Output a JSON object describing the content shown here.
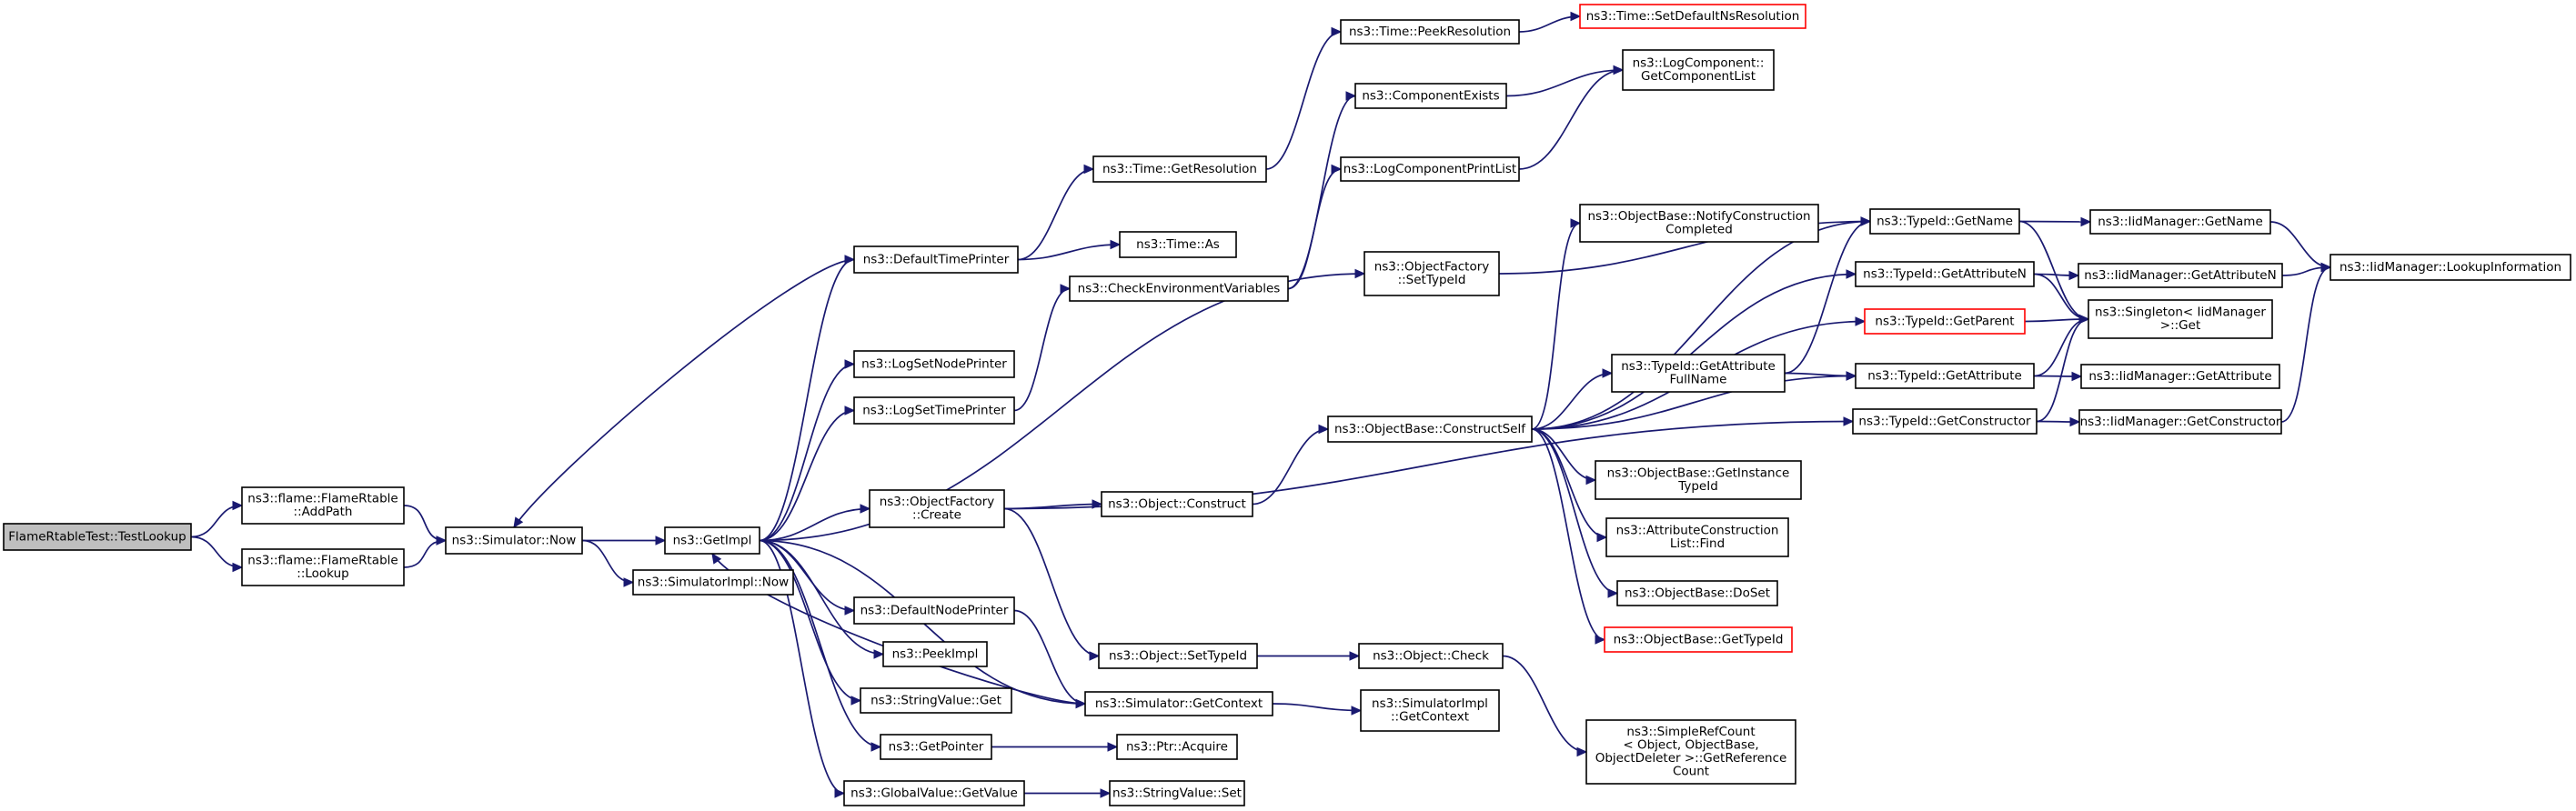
{
  "diagram": {
    "nodes": [
      {
        "id": "root",
        "lines": [
          "FlameRtableTest::TestLookup"
        ],
        "root": true
      },
      {
        "id": "addpath",
        "lines": [
          "ns3::flame::FlameRtable",
          "::AddPath"
        ]
      },
      {
        "id": "lookup",
        "lines": [
          "ns3::flame::FlameRtable",
          "::Lookup"
        ]
      },
      {
        "id": "simnow",
        "lines": [
          "ns3::Simulator::Now"
        ]
      },
      {
        "id": "getimpl",
        "lines": [
          "ns3::GetImpl"
        ]
      },
      {
        "id": "simimplnow",
        "lines": [
          "ns3::SimulatorImpl::Now"
        ]
      },
      {
        "id": "deftimeprinter",
        "lines": [
          "ns3::DefaultTimePrinter"
        ]
      },
      {
        "id": "logsetnode",
        "lines": [
          "ns3::LogSetNodePrinter"
        ]
      },
      {
        "id": "logsettime",
        "lines": [
          "ns3::LogSetTimePrinter"
        ]
      },
      {
        "id": "ofcreate",
        "lines": [
          "ns3::ObjectFactory",
          "::Create"
        ]
      },
      {
        "id": "defnodeprinter",
        "lines": [
          "ns3::DefaultNodePrinter"
        ]
      },
      {
        "id": "peekimpl",
        "lines": [
          "ns3::PeekImpl"
        ]
      },
      {
        "id": "strvalget",
        "lines": [
          "ns3::StringValue::Get"
        ]
      },
      {
        "id": "getpointer",
        "lines": [
          "ns3::GetPointer"
        ]
      },
      {
        "id": "gvgetvalue",
        "lines": [
          "ns3::GlobalValue::GetValue"
        ]
      },
      {
        "id": "getres",
        "lines": [
          "ns3::Time::GetResolution"
        ]
      },
      {
        "id": "timeas",
        "lines": [
          "ns3::Time::As"
        ]
      },
      {
        "id": "checkenv",
        "lines": [
          "ns3::CheckEnvironmentVariables"
        ]
      },
      {
        "id": "peekres",
        "lines": [
          "ns3::Time::PeekResolution"
        ]
      },
      {
        "id": "setdefres",
        "lines": [
          "ns3::Time::SetDefaultNsResolution"
        ],
        "truncated": true
      },
      {
        "id": "compexists",
        "lines": [
          "ns3::ComponentExists"
        ]
      },
      {
        "id": "logcomplist",
        "lines": [
          "ns3::LogComponent::",
          "GetComponentList"
        ]
      },
      {
        "id": "logcompprint",
        "lines": [
          "ns3::LogComponentPrintList"
        ]
      },
      {
        "id": "ofsettypeid",
        "lines": [
          "ns3::ObjectFactory",
          "::SetTypeId"
        ]
      },
      {
        "id": "objconstruct",
        "lines": [
          "ns3::Object::Construct"
        ]
      },
      {
        "id": "objsettypeid",
        "lines": [
          "ns3::Object::SetTypeId"
        ]
      },
      {
        "id": "simgetctx",
        "lines": [
          "ns3::Simulator::GetContext"
        ]
      },
      {
        "id": "ptracquire",
        "lines": [
          "ns3::Ptr::Acquire"
        ]
      },
      {
        "id": "strvalset",
        "lines": [
          "ns3::StringValue::Set"
        ]
      },
      {
        "id": "obconstructself",
        "lines": [
          "ns3::ObjectBase::ConstructSelf"
        ]
      },
      {
        "id": "objcheck",
        "lines": [
          "ns3::Object::Check"
        ]
      },
      {
        "id": "simimplgetctx",
        "lines": [
          "ns3::SimulatorImpl",
          "::GetContext"
        ]
      },
      {
        "id": "obnotify",
        "lines": [
          "ns3::ObjectBase::NotifyConstruction",
          "Completed"
        ]
      },
      {
        "id": "attrfullname",
        "lines": [
          "ns3::TypeId::GetAttribute",
          "FullName"
        ]
      },
      {
        "id": "obgetinstance",
        "lines": [
          "ns3::ObjectBase::GetInstance",
          "TypeId"
        ]
      },
      {
        "id": "attrconstrfind",
        "lines": [
          "ns3::AttributeConstruction",
          "List::Find"
        ]
      },
      {
        "id": "obdoset",
        "lines": [
          "ns3::ObjectBase::DoSet"
        ]
      },
      {
        "id": "obgettypeid",
        "lines": [
          "ns3::ObjectBase::GetTypeId"
        ],
        "truncated": true
      },
      {
        "id": "simplerefcount",
        "lines": [
          "ns3::SimpleRefCount",
          "< Object, ObjectBase,",
          "ObjectDeleter >::GetReference",
          "Count"
        ]
      },
      {
        "id": "tidgetname",
        "lines": [
          "ns3::TypeId::GetName"
        ]
      },
      {
        "id": "tidgetattrn",
        "lines": [
          "ns3::TypeId::GetAttributeN"
        ]
      },
      {
        "id": "tidgetparent",
        "lines": [
          "ns3::TypeId::GetParent"
        ],
        "truncated": true
      },
      {
        "id": "tidgetattr",
        "lines": [
          "ns3::TypeId::GetAttribute"
        ]
      },
      {
        "id": "tidgetctor",
        "lines": [
          "ns3::TypeId::GetConstructor"
        ]
      },
      {
        "id": "iidgetname",
        "lines": [
          "ns3::IidManager::GetName"
        ]
      },
      {
        "id": "iidgetattrn",
        "lines": [
          "ns3::IidManager::GetAttributeN"
        ]
      },
      {
        "id": "singletonget",
        "lines": [
          "ns3::Singleton< IidManager",
          " >::Get"
        ]
      },
      {
        "id": "iidgetattr",
        "lines": [
          "ns3::IidManager::GetAttribute"
        ]
      },
      {
        "id": "iidgetctor",
        "lines": [
          "ns3::IidManager::GetConstructor"
        ]
      },
      {
        "id": "iidlookup",
        "lines": [
          "ns3::IidManager::LookupInformation"
        ]
      }
    ],
    "edges": [
      [
        "root",
        "addpath"
      ],
      [
        "root",
        "lookup"
      ],
      [
        "addpath",
        "simnow"
      ],
      [
        "lookup",
        "simnow"
      ],
      [
        "simnow",
        "getimpl"
      ],
      [
        "simnow",
        "simimplnow"
      ],
      [
        "getimpl",
        "deftimeprinter"
      ],
      [
        "getimpl",
        "logsetnode"
      ],
      [
        "getimpl",
        "logsettime"
      ],
      [
        "getimpl",
        "ofcreate"
      ],
      [
        "getimpl",
        "defnodeprinter"
      ],
      [
        "getimpl",
        "peekimpl"
      ],
      [
        "getimpl",
        "strvalget"
      ],
      [
        "getimpl",
        "getpointer"
      ],
      [
        "getimpl",
        "gvgetvalue"
      ],
      [
        "getimpl",
        "simgetctx"
      ],
      [
        "getimpl",
        "ofsettypeid"
      ],
      [
        "deftimeprinter",
        "simnow"
      ],
      [
        "deftimeprinter",
        "getres"
      ],
      [
        "deftimeprinter",
        "timeas"
      ],
      [
        "getres",
        "peekres"
      ],
      [
        "peekres",
        "setdefres"
      ],
      [
        "logsettime",
        "checkenv"
      ],
      [
        "checkenv",
        "compexists"
      ],
      [
        "checkenv",
        "logcompprint"
      ],
      [
        "compexists",
        "logcomplist"
      ],
      [
        "logcompprint",
        "logcomplist"
      ],
      [
        "ofsettypeid",
        "tidgetname"
      ],
      [
        "ofcreate",
        "objconstruct"
      ],
      [
        "ofcreate",
        "objsettypeid"
      ],
      [
        "ofcreate",
        "tidgetctor"
      ],
      [
        "objconstruct",
        "obconstructself"
      ],
      [
        "objsettypeid",
        "objcheck"
      ],
      [
        "objcheck",
        "simplerefcount"
      ],
      [
        "defnodeprinter",
        "simgetctx"
      ],
      [
        "simgetctx",
        "getimpl"
      ],
      [
        "simgetctx",
        "simimplgetctx"
      ],
      [
        "getpointer",
        "ptracquire"
      ],
      [
        "gvgetvalue",
        "strvalset"
      ],
      [
        "obconstructself",
        "obnotify"
      ],
      [
        "obconstructself",
        "tidgetname"
      ],
      [
        "obconstructself",
        "tidgetattrn"
      ],
      [
        "obconstructself",
        "tidgetparent"
      ],
      [
        "obconstructself",
        "attrfullname"
      ],
      [
        "obconstructself",
        "tidgetattr"
      ],
      [
        "obconstructself",
        "obgetinstance"
      ],
      [
        "obconstructself",
        "attrconstrfind"
      ],
      [
        "obconstructself",
        "obdoset"
      ],
      [
        "obconstructself",
        "obgettypeid"
      ],
      [
        "attrfullname",
        "tidgetname"
      ],
      [
        "attrfullname",
        "tidgetattr"
      ],
      [
        "tidgetname",
        "iidgetname"
      ],
      [
        "tidgetname",
        "singletonget"
      ],
      [
        "tidgetattrn",
        "iidgetattrn"
      ],
      [
        "tidgetattrn",
        "singletonget"
      ],
      [
        "tidgetparent",
        "singletonget"
      ],
      [
        "tidgetattr",
        "iidgetattr"
      ],
      [
        "tidgetattr",
        "singletonget"
      ],
      [
        "tidgetctor",
        "iidgetctor"
      ],
      [
        "tidgetctor",
        "singletonget"
      ],
      [
        "iidgetname",
        "iidlookup"
      ],
      [
        "iidgetattrn",
        "iidlookup"
      ],
      [
        "iidgetctor",
        "iidlookup"
      ]
    ]
  }
}
